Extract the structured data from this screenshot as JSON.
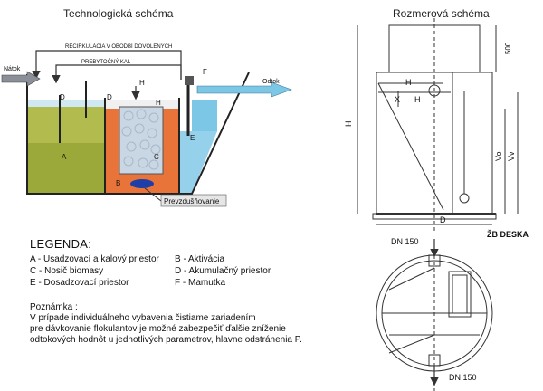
{
  "titles": {
    "left": "Technologická schéma",
    "right": "Rozmerová schéma"
  },
  "tech": {
    "inflow": "Nátok",
    "outflow": "Odtok",
    "recirculation": "RECIRKULÁCIA V OBODBÍ DOVOLENÝCH",
    "excess_sludge": "PREBYTOČNÝ KAL",
    "aeration": "Prevzdušňovanie",
    "labels": [
      "A",
      "B",
      "C",
      "D",
      "D",
      "E",
      "F",
      "H",
      "H"
    ]
  },
  "dims": {
    "h500": "500",
    "H": "H",
    "H_small": "H",
    "X": "X",
    "Vo": "Vo",
    "Vv": "Vv",
    "D": "D",
    "zb_deska": "ŽB DESKA",
    "dn_top": "DN 150",
    "dn_bottom": "DN 150"
  },
  "legend": {
    "title": "LEGENDA:",
    "items": [
      "A - Usadzovací a kalový priestor",
      "B - Aktivácia",
      "C - Nosič biomasy",
      "D -  Akumulačný priestor",
      "E - Dosadzovací priestor",
      "F - Mamutka"
    ]
  },
  "note": {
    "title": "Poznámka :",
    "lines": [
      "V prípade individuálneho vybavenia čistiame zariadením",
      "pre dávkovanie flokulantov je možné zabezpečiť ďalšie zníženie",
      "odtokových hodnôt u jednotlivých parametrov, hlavne odstránenia P."
    ]
  },
  "colors": {
    "water_top": "#7cc6e6",
    "sludge": "#9aa93a",
    "activation": "#e8743a",
    "carrier": "#c9d6e4",
    "diffuser": "#1e3ea8"
  }
}
